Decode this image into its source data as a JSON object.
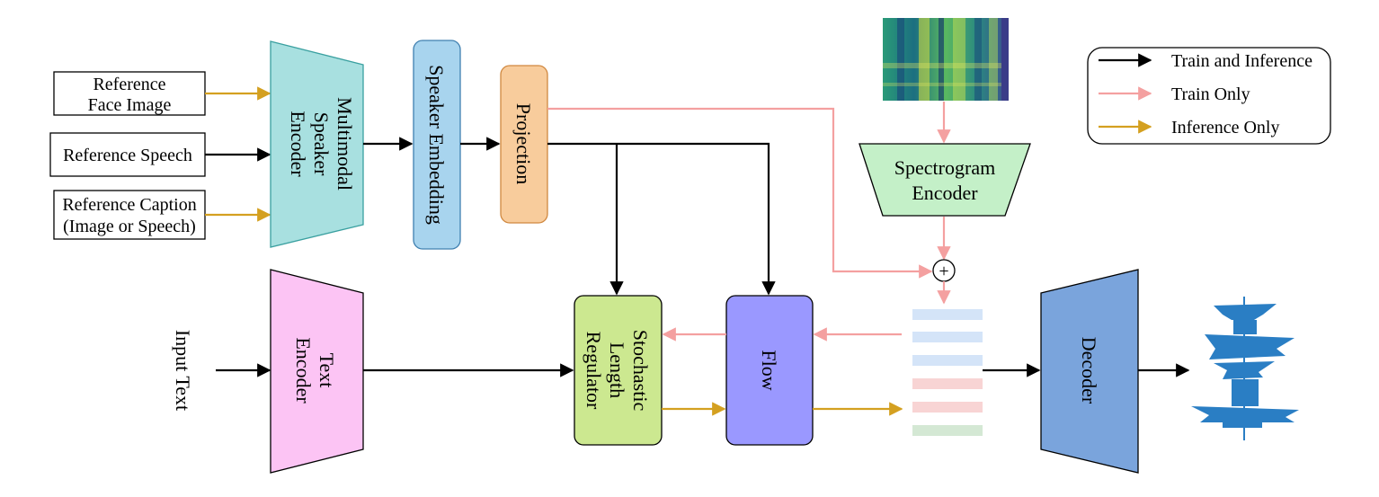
{
  "diagram": {
    "inputs": {
      "face_image": [
        "Reference",
        "Face Image"
      ],
      "speech": "Reference Speech",
      "caption": [
        "Reference Caption",
        "(Image or Speech)"
      ],
      "input_text": "Input Text"
    },
    "blocks": {
      "multimodal_encoder": [
        "Multimodal",
        "Speaker",
        "Encoder"
      ],
      "speaker_embedding": "Speaker Embedding",
      "projection": "Projection",
      "spectrogram_encoder": [
        "Spectrogram",
        "Encoder"
      ],
      "text_encoder": [
        "Text",
        "Encoder"
      ],
      "length_regulator": [
        "Stochastic",
        "Length",
        "Regulator"
      ],
      "flow": "Flow",
      "decoder": "Decoder",
      "sum_symbol": "+"
    },
    "legend": {
      "train_inference": "Train and Inference",
      "train_only": "Train Only",
      "inference_only": "Inference Only"
    },
    "colors": {
      "train_inference": "#000000",
      "train_only": "#f4a0a0",
      "inference_only": "#d4a020",
      "multimodal_encoder": "#a8e0e0",
      "speaker_embedding": "#a8d4ee",
      "projection": "#f8cc9c",
      "spectrogram_encoder": "#c4f0c8",
      "text_encoder": "#fcc4f4",
      "length_regulator": "#cce890",
      "flow": "#9a98ff",
      "decoder": "#7aa4dc"
    }
  }
}
